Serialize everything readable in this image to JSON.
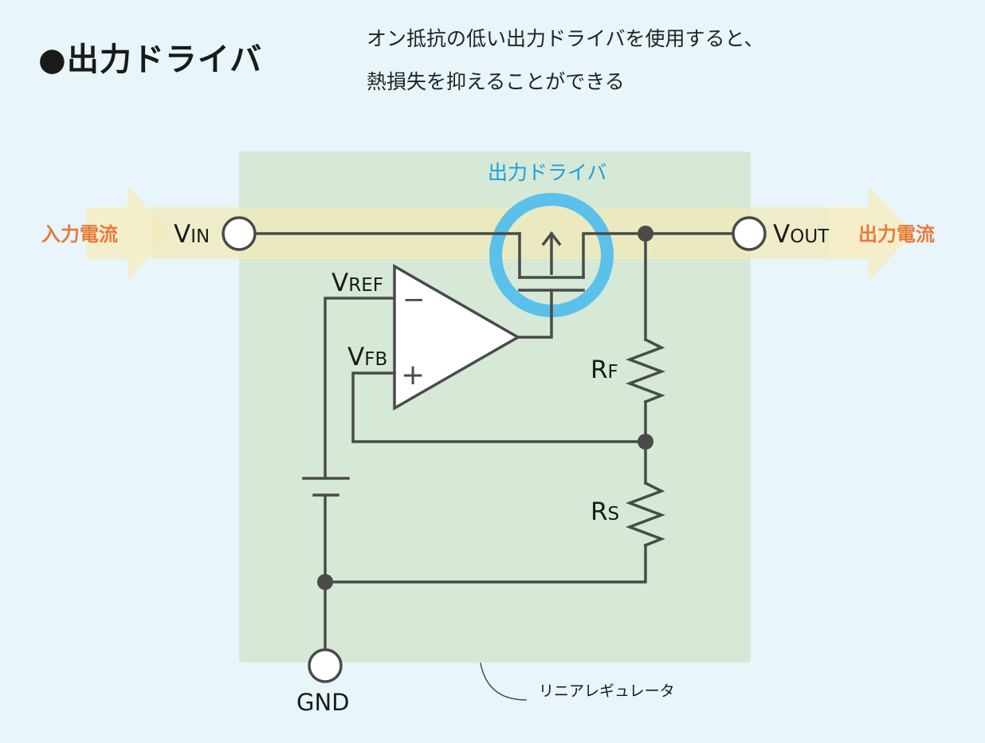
{
  "header": {
    "title": "●出力ドライバ",
    "description_line1": "オン抵抗の低い出力ドライバを使用すると、",
    "description_line2": "熱損失を抑えることができる"
  },
  "diagram": {
    "driver_label": "出力ドライバ",
    "input_current_label": "入力電流",
    "output_current_label": "出力電流",
    "vin": {
      "main": "V",
      "sub": "IN"
    },
    "vout": {
      "main": "V",
      "sub": "OUT"
    },
    "vref": {
      "main": "V",
      "sub": "REF"
    },
    "vfb": {
      "main": "V",
      "sub": "FB"
    },
    "rf": {
      "main": "R",
      "sub": "F"
    },
    "rs": {
      "main": "R",
      "sub": "S"
    },
    "gnd_label": "GND",
    "minus_sign": "−",
    "plus_sign": "+",
    "regulator_label": "リニアレギュレータ"
  },
  "colors": {
    "background": "#e8f5fb",
    "regulator_box": "#d6e8d6",
    "current_arrow": "#f4eec8",
    "current_text": "#e87a3a",
    "driver_ring": "#5bc0ea",
    "driver_text": "#1aa0dc",
    "wire": "#4a4a4a"
  }
}
